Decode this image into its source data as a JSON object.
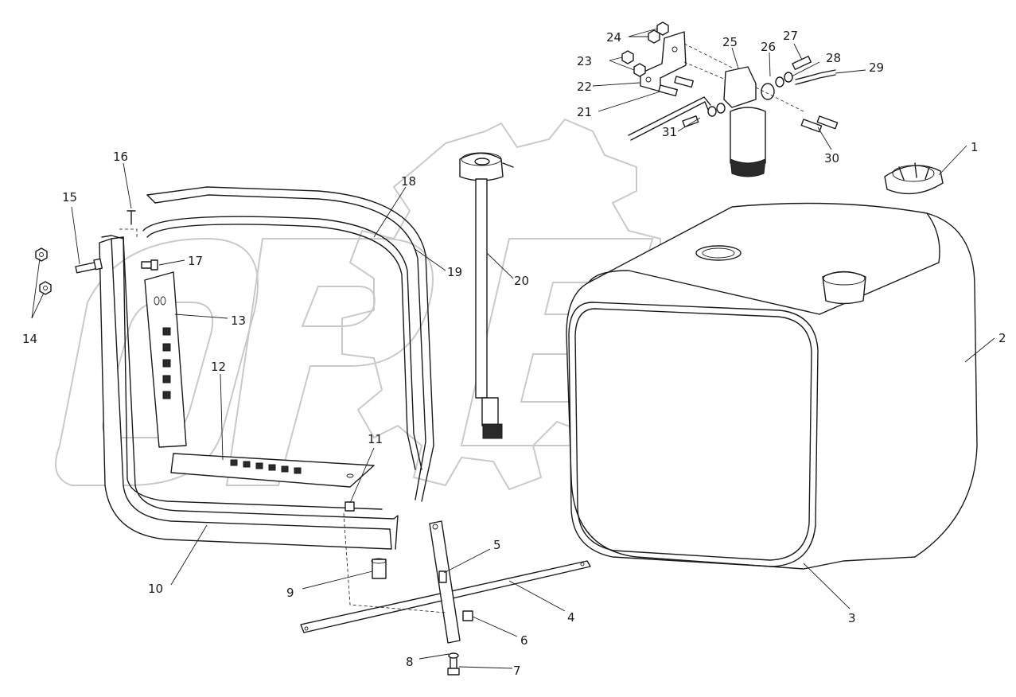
{
  "header": {
    "small_text": "",
    "watermark": "OPEX"
  },
  "labels": [
    {
      "id": "1",
      "text": "1"
    },
    {
      "id": "2",
      "text": "2"
    },
    {
      "id": "3",
      "text": "3"
    },
    {
      "id": "4",
      "text": "4"
    },
    {
      "id": "5",
      "text": "5"
    },
    {
      "id": "6",
      "text": "6"
    },
    {
      "id": "7",
      "text": "7"
    },
    {
      "id": "8",
      "text": "8"
    },
    {
      "id": "9",
      "text": "9"
    },
    {
      "id": "10",
      "text": "10"
    },
    {
      "id": "11",
      "text": "11"
    },
    {
      "id": "12",
      "text": "12"
    },
    {
      "id": "13",
      "text": "13"
    },
    {
      "id": "14",
      "text": "14"
    },
    {
      "id": "15",
      "text": "15"
    },
    {
      "id": "16",
      "text": "16"
    },
    {
      "id": "17",
      "text": "17"
    },
    {
      "id": "18",
      "text": "18"
    },
    {
      "id": "19",
      "text": "19"
    },
    {
      "id": "20",
      "text": "20"
    },
    {
      "id": "21",
      "text": "21"
    },
    {
      "id": "22",
      "text": "22"
    },
    {
      "id": "23",
      "text": "23"
    },
    {
      "id": "24",
      "text": "24"
    },
    {
      "id": "25",
      "text": "25"
    },
    {
      "id": "26",
      "text": "26"
    },
    {
      "id": "27",
      "text": "27"
    },
    {
      "id": "28",
      "text": "28"
    },
    {
      "id": "29",
      "text": "29"
    },
    {
      "id": "30",
      "text": "30"
    },
    {
      "id": "31",
      "text": "31"
    }
  ]
}
